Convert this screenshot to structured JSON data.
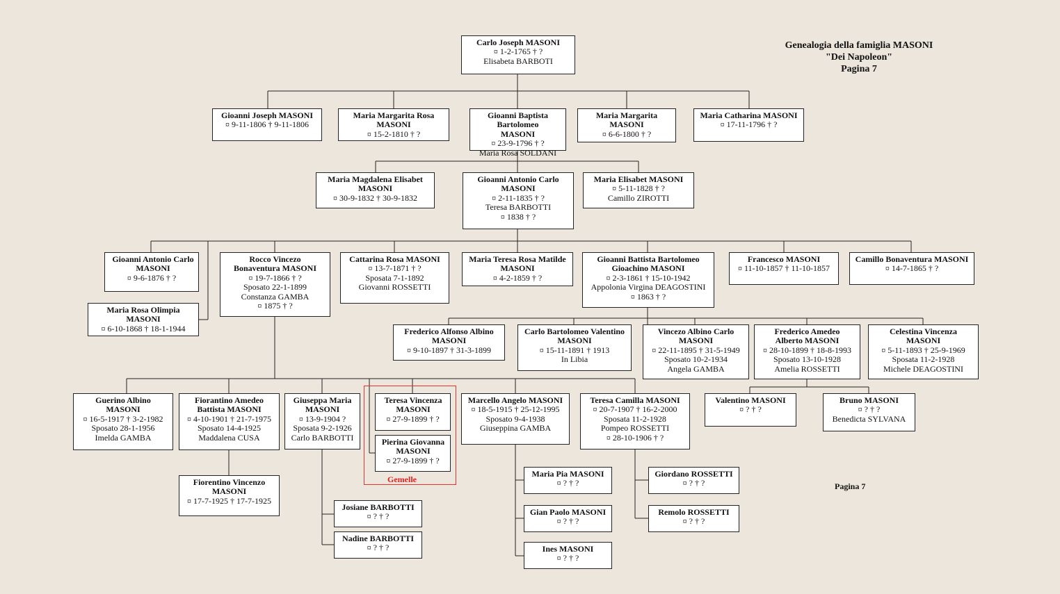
{
  "header": {
    "title": "Genealogia della famiglia MASONI",
    "subtitle": "\"Dei Napoleon\"",
    "page": "Pagina 7"
  },
  "footer_page": "Pagina 7",
  "twins_label": "Gemelle",
  "persons": [
    {
      "id": "carlo_joseph",
      "name": "Carlo Joseph MASONI",
      "lines": [
        "¤ 1-2-1765 † ?",
        "Elisabeta BARBOTI"
      ]
    },
    {
      "id": "gioanni_joseph",
      "name": "Gioanni Joseph MASONI",
      "lines": [
        "¤ 9-11-1806 † 9-11-1806"
      ]
    },
    {
      "id": "maria_margarita_rosa",
      "name": "Maria Margarita Rosa MASONI",
      "lines": [
        "¤ 15-2-1810 † ?"
      ]
    },
    {
      "id": "gioanni_baptista",
      "name": "Gioanni Baptista Bartolomeo MASONI",
      "lines": [
        "¤ 23-9-1796 † ?",
        "Maria Rosa SOLDANI"
      ]
    },
    {
      "id": "maria_margarita",
      "name": "Maria Margarita MASONI",
      "lines": [
        "¤ 6-6-1800 † ?"
      ]
    },
    {
      "id": "maria_catharina",
      "name": "Maria Catharina MASONI",
      "lines": [
        "¤ 17-11-1796 † ?"
      ]
    },
    {
      "id": "maria_magdalena",
      "name": "Maria Magdalena Elisabet MASONI",
      "lines": [
        "¤ 30-9-1832 † 30-9-1832"
      ]
    },
    {
      "id": "gioanni_antonio_carlo",
      "name": "Gioanni Antonio Carlo MASONI",
      "lines": [
        "¤ 2-11-1835 † ?",
        "Teresa BARBOTTI",
        "¤ 1838 † ?"
      ]
    },
    {
      "id": "maria_elisabet",
      "name": "Maria Elisabet MASONI",
      "lines": [
        "¤ 5-11-1828 † ?",
        "Camillo ZIROTTI"
      ]
    },
    {
      "id": "gioanni_antonio_carlo2",
      "name": "Gioanni Antonio Carlo MASONI",
      "lines": [
        "¤ 9-6-1876 † ?"
      ]
    },
    {
      "id": "maria_rosa_olimpia",
      "name": "Maria Rosa Olimpia MASONI",
      "lines": [
        "¤ 6-10-1868 † 18-1-1944"
      ]
    },
    {
      "id": "rocco_vincezo",
      "name": "Rocco Vincezo Bonaventura MASONI",
      "lines": [
        "¤ 19-7-1866 † ?",
        "Sposato 22-1-1899",
        "Constanza GAMBA",
        "¤ 1875 † ?"
      ]
    },
    {
      "id": "cattarina_rosa",
      "name": "Cattarina Rosa MASONI",
      "lines": [
        "¤ 13-7-1871 † ?",
        "Sposata 7-1-1892",
        "Giovanni ROSSETTI"
      ]
    },
    {
      "id": "maria_teresa_rosa",
      "name": "Maria Teresa Rosa Matilde MASONI",
      "lines": [
        "¤ 4-2-1859 † ?"
      ]
    },
    {
      "id": "gioanni_battista_b",
      "name": "Gioanni Battista Bartolomeo Gioachino MASONI",
      "lines": [
        "¤ 2-3-1861 † 15-10-1942",
        "Appolonia Virgina DEAGOSTINI",
        "¤ 1863 † ?"
      ]
    },
    {
      "id": "francesco",
      "name": "Francesco MASONI",
      "lines": [
        "¤ 11-10-1857 † 11-10-1857"
      ]
    },
    {
      "id": "camillo_bonaventura",
      "name": "Camillo Bonaventura MASONI",
      "lines": [
        "¤ 14-7-1865 † ?"
      ]
    },
    {
      "id": "frederico_alfonso",
      "name": "Frederico Alfonso Albino MASONI",
      "lines": [
        "¤ 9-10-1897 † 31-3-1899"
      ]
    },
    {
      "id": "carlo_bartolomeo",
      "name": "Carlo Bartolomeo Valentino MASONI",
      "lines": [
        "¤ 15-11-1891 † 1913",
        "In Libia"
      ]
    },
    {
      "id": "vincezo_albino",
      "name": "Vincezo Albino Carlo MASONI",
      "lines": [
        "¤ 22-11-1895 † 31-5-1949",
        "Sposato 10-2-1934",
        "Angela GAMBA"
      ]
    },
    {
      "id": "frederico_amedeo",
      "name": "Frederico Amedeo Alberto MASONI",
      "lines": [
        "¤ 28-10-1899 † 18-8-1993",
        "Sposato 13-10-1928",
        "Amelia ROSSETTI"
      ]
    },
    {
      "id": "celestina",
      "name": "Celestina Vincenza MASONI",
      "lines": [
        "¤ 5-11-1893 † 25-9-1969",
        "Sposata 11-2-1928",
        "Michele DEAGOSTINI"
      ]
    },
    {
      "id": "guerino",
      "name": "Guerino Albino MASONI",
      "lines": [
        "¤ 16-5-1917 † 3-2-1982",
        "Sposato 28-1-1956",
        "Imelda GAMBA"
      ]
    },
    {
      "id": "fiorantino",
      "name": "Fiorantino Amedeo Battista MASONI",
      "lines": [
        "¤ 4-10-1901 † 21-7-1975",
        "Sposato 14-4-1925",
        "Maddalena CUSA"
      ]
    },
    {
      "id": "giuseppa",
      "name": "Giuseppa Maria MASONI",
      "lines": [
        "¤ 13-9-1904 ?",
        "Sposata 9-2-1926",
        "Carlo BARBOTTI"
      ]
    },
    {
      "id": "teresa_vincenza",
      "name": "Teresa Vincenza MASONI",
      "lines": [
        "¤ 27-9-1899 † ?"
      ]
    },
    {
      "id": "pierina",
      "name": "Pierina Giovanna MASONI",
      "lines": [
        "¤ 27-9-1899 † ?"
      ]
    },
    {
      "id": "marcello",
      "name": "Marcello Angelo MASONI",
      "lines": [
        "¤ 18-5-1915 † 25-12-1995",
        "Sposato 9-4-1938",
        "Giuseppina GAMBA"
      ]
    },
    {
      "id": "teresa_camilla",
      "name": "Teresa Camilla MASONI",
      "lines": [
        "¤ 20-7-1907 † 16-2-2000",
        "Sposata 11-2-1928",
        "Pompeo ROSSETTI",
        "¤ 28-10-1906 † ?"
      ]
    },
    {
      "id": "valentino",
      "name": "Valentino MASONI",
      "lines": [
        "¤ ? † ?"
      ]
    },
    {
      "id": "bruno",
      "name": "Bruno MASONI",
      "lines": [
        "¤ ? † ?",
        "Benedicta SYLVANA"
      ]
    },
    {
      "id": "fiorentino_vincenzo",
      "name": "Fiorentino Vincenzo MASONI",
      "lines": [
        "¤ 17-7-1925 † 17-7-1925"
      ]
    },
    {
      "id": "josiane",
      "name": "Josiane BARBOTTI",
      "lines": [
        "¤ ? † ?"
      ]
    },
    {
      "id": "nadine",
      "name": "Nadine BARBOTTI",
      "lines": [
        "¤ ? † ?"
      ]
    },
    {
      "id": "maria_pia",
      "name": "Maria Pia MASONI",
      "lines": [
        "¤ ? † ?"
      ]
    },
    {
      "id": "gian_paolo",
      "name": "Gian Paolo MASONI",
      "lines": [
        "¤ ? † ?"
      ]
    },
    {
      "id": "ines",
      "name": "Ines MASONI",
      "lines": [
        "¤ ? † ?"
      ]
    },
    {
      "id": "giordano",
      "name": "Giordano ROSSETTI",
      "lines": [
        "¤ ? † ?"
      ]
    },
    {
      "id": "remolo",
      "name": "Remolo ROSSETTI",
      "lines": [
        "¤ ? † ?"
      ]
    }
  ]
}
